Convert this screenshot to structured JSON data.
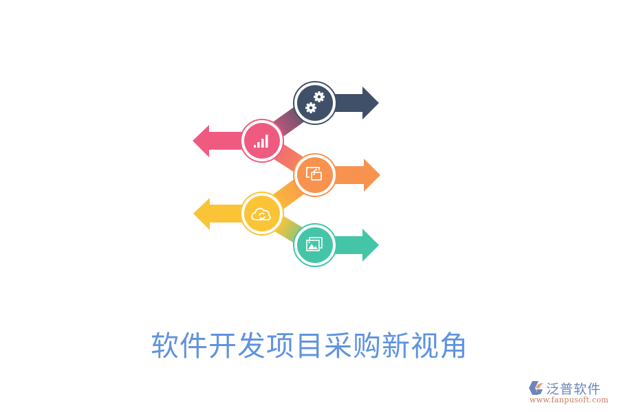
{
  "title": "软件开发项目采购新视角",
  "colors": {
    "title": "#5f93df",
    "slate": "#3f5068",
    "pink": "#ef5b80",
    "orange": "#f7934e",
    "yellow": "#fbc436",
    "teal": "#45c5a7"
  },
  "steps": [
    {
      "index": 1,
      "icon": "gears-icon",
      "color": "#3f5068",
      "direction": "right"
    },
    {
      "index": 2,
      "icon": "signal-bars-icon",
      "color": "#ef5b80",
      "direction": "left"
    },
    {
      "index": 3,
      "icon": "screen-cast-icon",
      "color": "#f7934e",
      "direction": "right"
    },
    {
      "index": 4,
      "icon": "cloud-sync-icon",
      "color": "#fbc436",
      "direction": "left"
    },
    {
      "index": 5,
      "icon": "images-icon",
      "color": "#45c5a7",
      "direction": "right"
    }
  ],
  "logo": {
    "name": "泛普软件",
    "url": "www.fanpusoft.com"
  }
}
